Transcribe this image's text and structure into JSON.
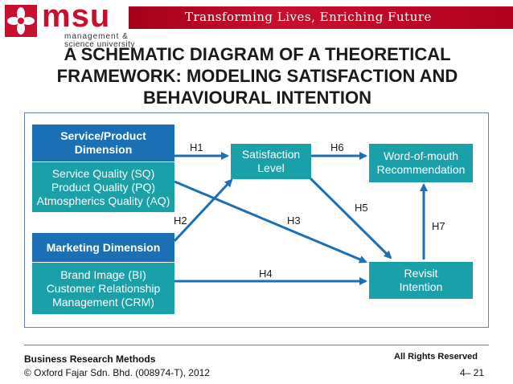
{
  "banner": {
    "logo_text": "msu",
    "logo_sub1": "management &",
    "logo_sub2": "science university",
    "tagline": "Transforming Lives, Enriching Future"
  },
  "title": {
    "line1": "A SCHEMATIC DIAGRAM OF A THEORETICAL",
    "line2": "FRAMEWORK: MODELING SATISFACTION AND",
    "line3": "BEHAVIOURAL INTENTION"
  },
  "diagram": {
    "service_header": [
      "Service/Product",
      "Dimension"
    ],
    "service_items": [
      "Service Quality (SQ)",
      "Product Quality (PQ)",
      "Atmospherics Quality (AQ)"
    ],
    "marketing_header": "Marketing Dimension",
    "marketing_items": [
      "Brand Image (BI)",
      "Customer Relationship",
      "Management (CRM)"
    ],
    "satisfaction": [
      "Satisfaction",
      "Level"
    ],
    "wom": [
      "Word-of-mouth",
      "Recommendation"
    ],
    "revisit": [
      "Revisit",
      "Intention"
    ],
    "hypotheses": {
      "h1": "H1",
      "h2": "H2",
      "h3": "H3",
      "h4": "H4",
      "h5": "H5",
      "h6": "H6",
      "h7": "H7"
    },
    "colors": {
      "header": "#1b6fb5",
      "body": "#1aa0a8",
      "arrow": "#1b6fb5"
    }
  },
  "footer": {
    "left_line1": "Business Research Methods",
    "left_line2": "© Oxford Fajar Sdn. Bhd. (008974-T), 2012",
    "right_line1": "All Rights Reserved",
    "right_line2": "4– 21"
  }
}
